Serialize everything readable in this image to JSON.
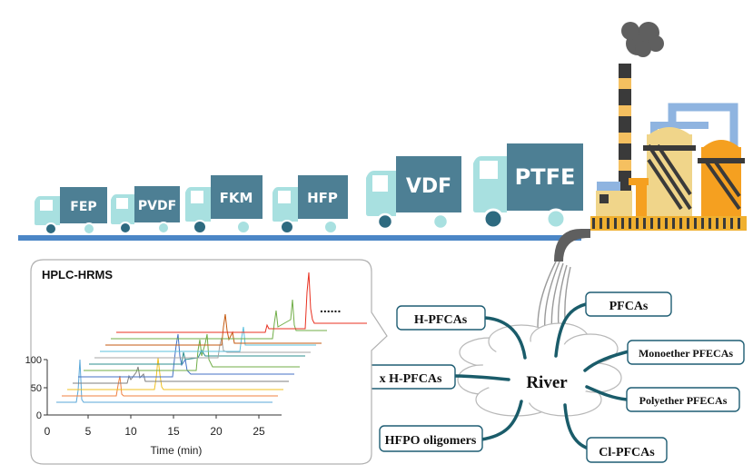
{
  "trucks": [
    {
      "label": "FEP"
    },
    {
      "label": "PVDF"
    },
    {
      "label": "FKM"
    },
    {
      "label": "HFP"
    },
    {
      "label": "VDF"
    },
    {
      "label": "PTFE"
    }
  ],
  "hplc": {
    "title": "HPLC-HRMS",
    "ellipsis": "......",
    "xlabel": "Time (min)",
    "x_ticks": [
      "0",
      "5",
      "10",
      "15",
      "20",
      "25"
    ],
    "y_ticks": [
      "0",
      "50",
      "100"
    ],
    "trace_colors": [
      "#5aa7d8",
      "#f08040",
      "#f0c020",
      "#7f7f7f",
      "#4472c4",
      "#70ad47",
      "#2d8f8f",
      "#a5a5a5",
      "#5bc0de",
      "#c55a11",
      "#70ad47",
      "#e83020"
    ]
  },
  "river": {
    "label": "River",
    "sources": [
      {
        "label": "H-PFCAs"
      },
      {
        "label": "x H-PFCAs"
      },
      {
        "label": "HFPO oligomers"
      },
      {
        "label": "PFCAs"
      },
      {
        "label": "Monoether PFECAs"
      },
      {
        "label": "Polyether PFECAs"
      },
      {
        "label": "Cl-PFCAs"
      }
    ]
  },
  "colors": {
    "truck_cab": "#a8e0e0",
    "truck_box": "#4d7f94",
    "road": "#4b86c6",
    "branch": "#1a5c6a",
    "box_border": "#1e5d73"
  }
}
